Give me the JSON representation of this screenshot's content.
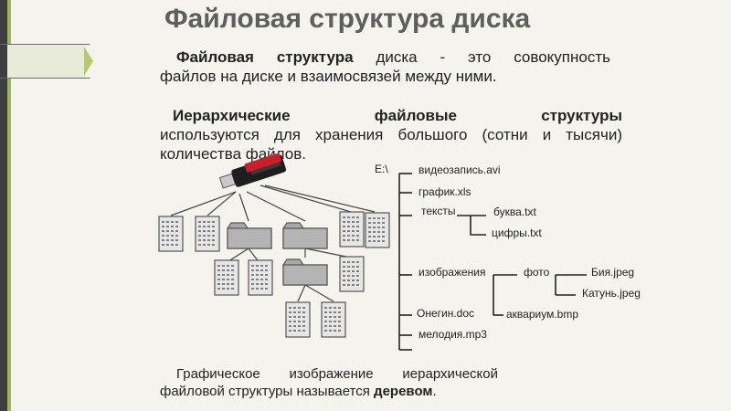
{
  "title": "Файловая структура диска",
  "definition": {
    "lead": "Файловая структура",
    "rest_line1": " диска - это совокупность",
    "line2": "файлов на диске и взаимосвязей между ними."
  },
  "hierarchy": {
    "lead": "Иерархические файловые структуры",
    "rest": "используются для хранения большого (сотни и тысячи) количества файлов."
  },
  "caption": {
    "text": "Графическое изображение иерархической файловой структуры называется ",
    "bold": "деревом",
    "end": "."
  },
  "tree": {
    "root": "E:\\",
    "items": {
      "video": "видеозапись.avi",
      "graph": "график.xls",
      "texts": "тексты",
      "letter": "буква.txt",
      "digits": "цифры.txt",
      "images": "изображения",
      "photo": "фото",
      "biya": "Бия.jpeg",
      "katun": "Катунь.jpeg",
      "onegin": "Онегин.doc",
      "aquarium": "аквариум.bmp",
      "melody": "мелодия.mp3"
    }
  },
  "colors": {
    "background": "#f4f3ee",
    "title": "#5e5e5e",
    "accent": "#9fb45a",
    "usb_red": "#c8202b"
  },
  "icons": [
    "usb-drive-icon",
    "folder-icon",
    "document-icon"
  ]
}
